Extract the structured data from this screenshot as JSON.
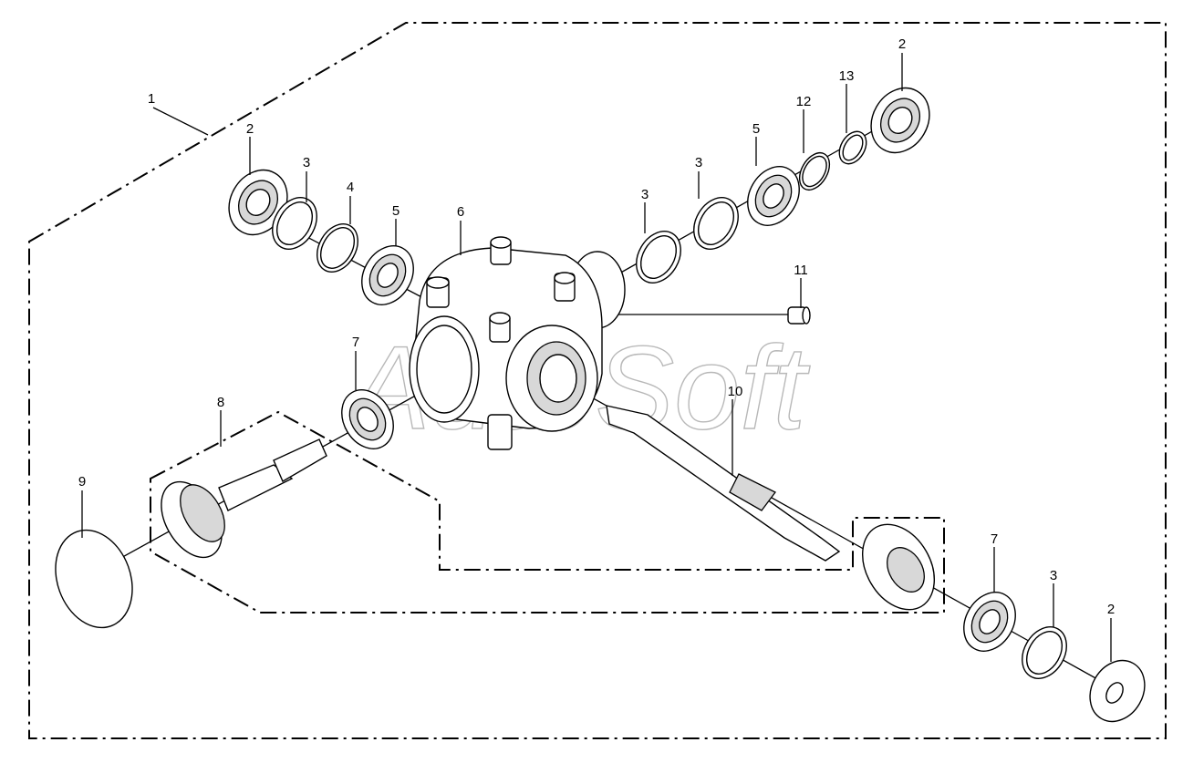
{
  "watermark": "AutoSoft",
  "callouts": {
    "c1": "1",
    "c2a": "2",
    "c2b": "2",
    "c2c": "2",
    "c3a": "3",
    "c3b": "3",
    "c3c": "3",
    "c3d": "3",
    "c4": "4",
    "c5a": "5",
    "c5b": "5",
    "c6": "6",
    "c7a": "7",
    "c7b": "7",
    "c8": "8",
    "c9": "9",
    "c10": "10",
    "c11": "11",
    "c12": "12",
    "c13": "13"
  }
}
